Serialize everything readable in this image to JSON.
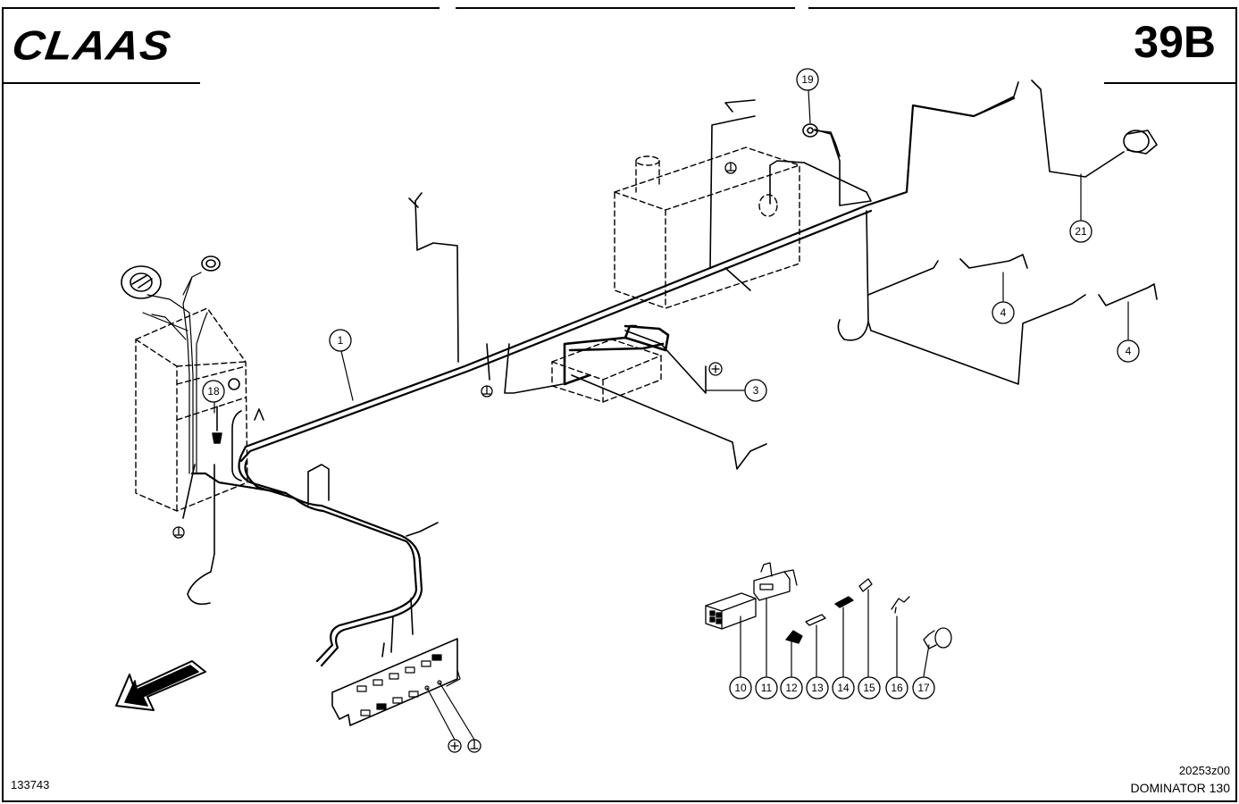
{
  "header": {
    "brand": "CLAAS",
    "page_number": "39B"
  },
  "footer": {
    "ref_left": "133743",
    "ref_right": "20253z00",
    "model": "DOMINATOR 130"
  },
  "callouts": [
    {
      "id": "c1",
      "label": "1"
    },
    {
      "id": "c3",
      "label": "3"
    },
    {
      "id": "c4a",
      "label": "4"
    },
    {
      "id": "c4b",
      "label": "4"
    },
    {
      "id": "c10",
      "label": "10"
    },
    {
      "id": "c11",
      "label": "11"
    },
    {
      "id": "c12",
      "label": "12"
    },
    {
      "id": "c13",
      "label": "13"
    },
    {
      "id": "c14",
      "label": "14"
    },
    {
      "id": "c15",
      "label": "15"
    },
    {
      "id": "c16",
      "label": "16"
    },
    {
      "id": "c17",
      "label": "17"
    },
    {
      "id": "c18",
      "label": "18"
    },
    {
      "id": "c19",
      "label": "19"
    },
    {
      "id": "c21",
      "label": "21"
    }
  ],
  "colors": {
    "ink": "#000000",
    "paper": "#ffffff"
  }
}
